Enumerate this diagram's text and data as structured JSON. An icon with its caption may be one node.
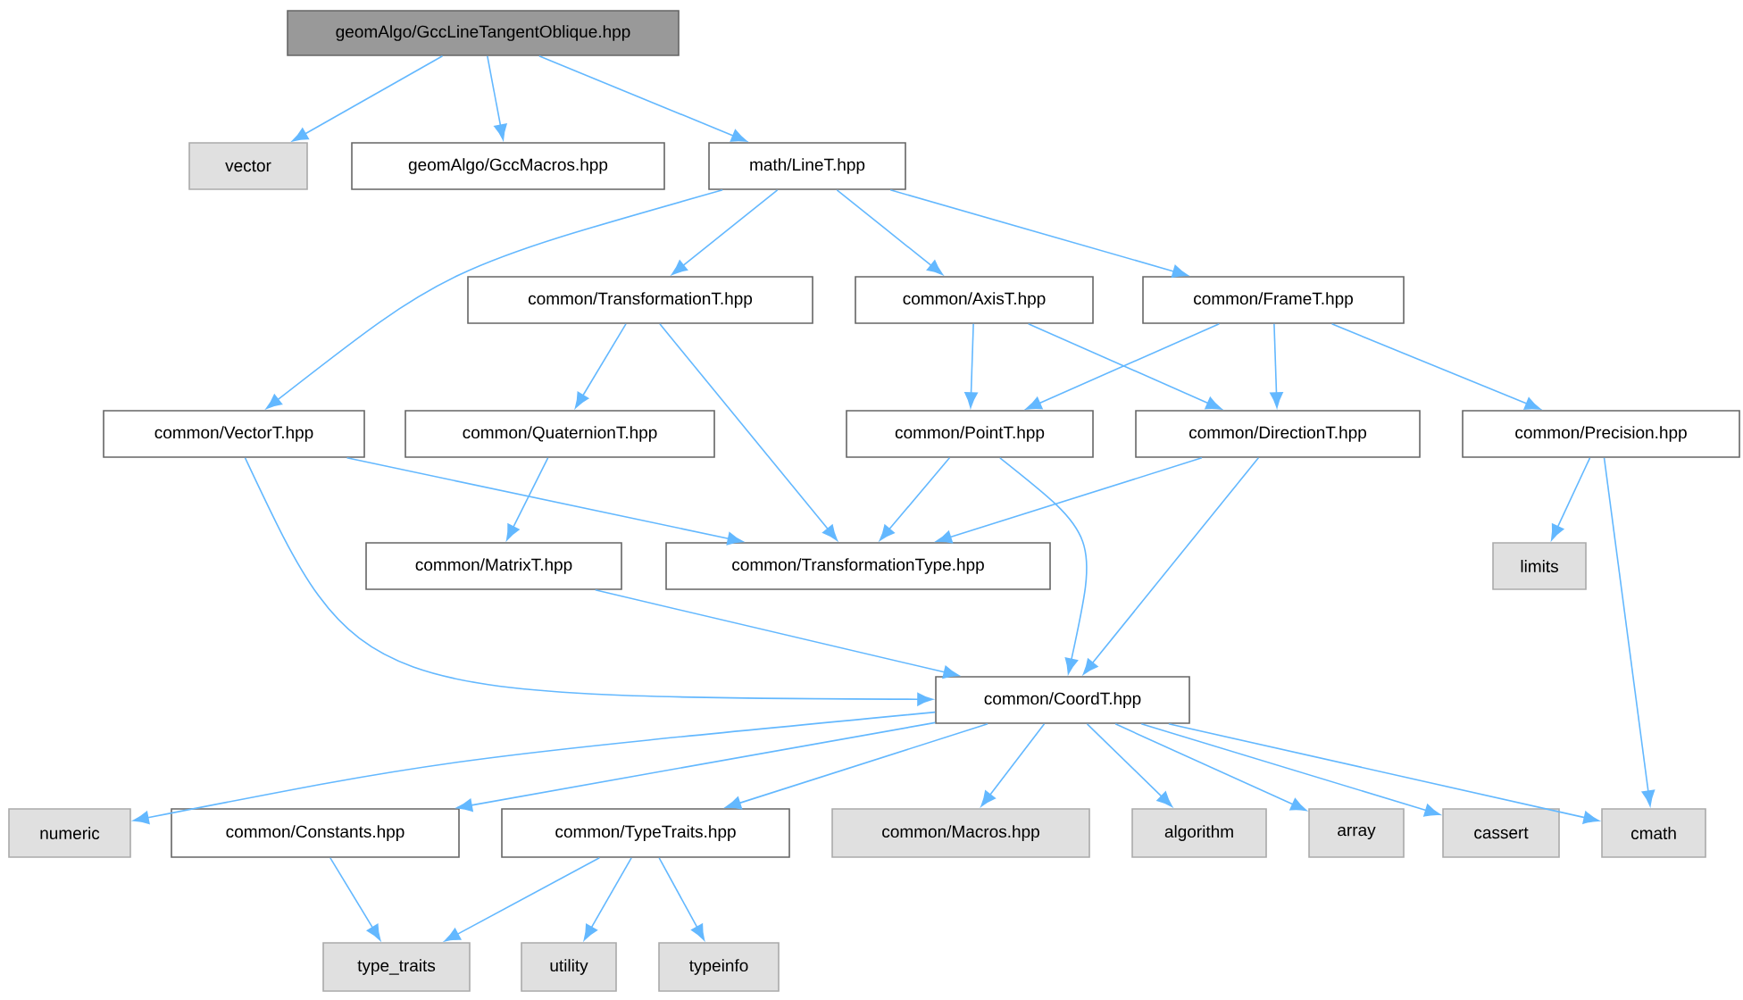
{
  "diagram": {
    "nodes": [
      {
        "text": [
          "geomAlgo/GccLineTangentOblique.hpp"
        ]
      },
      {
        "text": [
          "vector"
        ]
      },
      {
        "text": [
          "geomAlgo/GccMacros.hpp"
        ]
      },
      {
        "text": [
          "math/LineT.hpp"
        ]
      },
      {
        "text": [
          "common/TransformationT.hpp"
        ]
      },
      {
        "text": [
          "common/AxisT.hpp"
        ]
      },
      {
        "text": [
          "common/FrameT.hpp"
        ]
      },
      {
        "text": [
          "common/VectorT.hpp"
        ]
      },
      {
        "text": [
          "common/QuaternionT.hpp"
        ]
      },
      {
        "text": [
          "common/PointT.hpp"
        ]
      },
      {
        "text": [
          "common/DirectionT.hpp"
        ]
      },
      {
        "text": [
          "common/Precision.hpp"
        ]
      },
      {
        "text": [
          "common/MatrixT.hpp"
        ]
      },
      {
        "text": [
          "common/TransformationType.hpp"
        ]
      },
      {
        "text": [
          "limits"
        ]
      },
      {
        "text": [
          "common/CoordT.hpp"
        ]
      },
      {
        "text": [
          "numeric"
        ]
      },
      {
        "text": [
          "common/Constants.hpp"
        ]
      },
      {
        "text": [
          "common/TypeTraits.hpp"
        ]
      },
      {
        "text": [
          "common/Macros.hpp"
        ]
      },
      {
        "text": [
          "algorithm"
        ]
      },
      {
        "text": [
          "array"
        ]
      },
      {
        "text": [
          "cassert"
        ]
      },
      {
        "text": [
          "cmath"
        ]
      },
      {
        "text": [
          "type_traits"
        ]
      },
      {
        "text": [
          "utility"
        ]
      },
      {
        "text": [
          "typeinfo"
        ]
      }
    ],
    "edges": [
      {
        "from": 0,
        "to": 1,
        "arrow": "to"
      },
      {
        "from": 0,
        "to": 2,
        "arrow": "to"
      },
      {
        "from": 0,
        "to": 3,
        "arrow": "to"
      },
      {
        "from": 3,
        "to": 7,
        "arrow": "to"
      },
      {
        "from": 3,
        "to": 4,
        "arrow": "to"
      },
      {
        "from": 3,
        "to": 5,
        "arrow": "to"
      },
      {
        "from": 3,
        "to": 6,
        "arrow": "to"
      },
      {
        "from": 4,
        "to": 8,
        "arrow": "to"
      },
      {
        "from": 4,
        "to": 13,
        "arrow": "to"
      },
      {
        "from": 5,
        "to": 9,
        "arrow": "to"
      },
      {
        "from": 5,
        "to": 10,
        "arrow": "to"
      },
      {
        "from": 6,
        "to": 9,
        "arrow": "to"
      },
      {
        "from": 6,
        "to": 10,
        "arrow": "to"
      },
      {
        "from": 6,
        "to": 11,
        "arrow": "to"
      },
      {
        "from": 7,
        "to": 13,
        "arrow": "to"
      },
      {
        "from": 7,
        "to": 15,
        "arrow": "to"
      },
      {
        "from": 8,
        "to": 12,
        "arrow": "to"
      },
      {
        "from": 9,
        "to": 13,
        "arrow": "to"
      },
      {
        "from": 9,
        "to": 15,
        "arrow": "to"
      },
      {
        "from": 10,
        "to": 13,
        "arrow": "to"
      },
      {
        "from": 10,
        "to": 15,
        "arrow": "to"
      },
      {
        "from": 11,
        "to": 14,
        "arrow": "to"
      },
      {
        "from": 11,
        "to": 23,
        "arrow": "to"
      },
      {
        "from": 12,
        "to": 15,
        "arrow": "to"
      },
      {
        "from": 15,
        "to": 16,
        "arrow": "to"
      },
      {
        "from": 15,
        "to": 17,
        "arrow": "to"
      },
      {
        "from": 15,
        "to": 18,
        "arrow": "to"
      },
      {
        "from": 15,
        "to": 19,
        "arrow": "to"
      },
      {
        "from": 15,
        "to": 20,
        "arrow": "to"
      },
      {
        "from": 15,
        "to": 21,
        "arrow": "to"
      },
      {
        "from": 15,
        "to": 22,
        "arrow": "to"
      },
      {
        "from": 15,
        "to": 23,
        "arrow": "to"
      },
      {
        "from": 17,
        "to": 24,
        "arrow": "to"
      },
      {
        "from": 18,
        "to": 24,
        "arrow": "to"
      },
      {
        "from": 18,
        "to": 25,
        "arrow": "to"
      },
      {
        "from": 18,
        "to": 26,
        "arrow": "to"
      }
    ]
  }
}
